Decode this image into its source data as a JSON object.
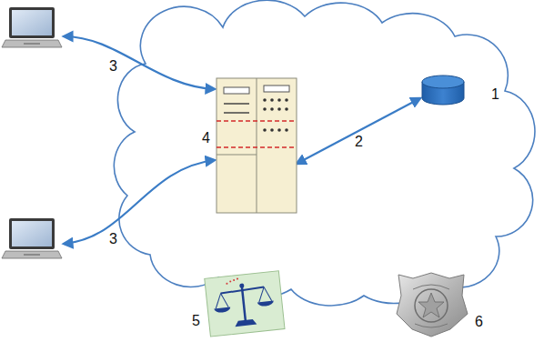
{
  "diagram": {
    "labels": [
      "3",
      "1",
      "2",
      "4",
      "3",
      "5",
      "6"
    ]
  }
}
